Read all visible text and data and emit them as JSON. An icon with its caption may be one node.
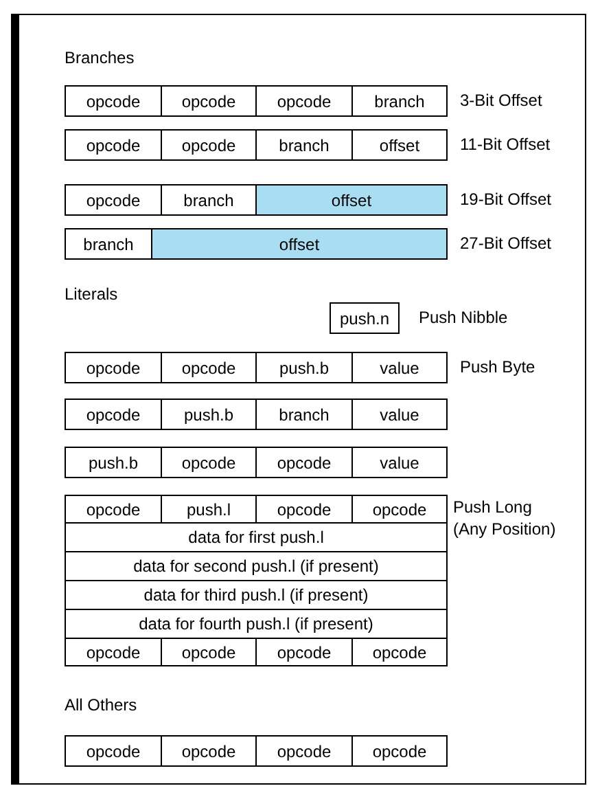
{
  "diagram": {
    "nodes": [
      {
        "text": [
          "opcode"
        ]
      },
      {
        "text": [
          "opcode"
        ]
      },
      {
        "text": [
          "opcode"
        ]
      },
      {
        "text": [
          "branch"
        ]
      },
      {
        "text": [
          "opcode"
        ]
      },
      {
        "text": [
          "opcode"
        ]
      },
      {
        "text": [
          "branch"
        ]
      },
      {
        "text": [
          "offset"
        ]
      },
      {
        "text": [
          "opcode"
        ]
      },
      {
        "text": [
          "branch"
        ]
      },
      {
        "text": [
          "offset"
        ]
      },
      {
        "text": [
          "branch"
        ]
      },
      {
        "text": [
          "offset"
        ]
      },
      {
        "text": [
          "push.n"
        ]
      },
      {
        "text": [
          "opcode"
        ]
      },
      {
        "text": [
          "opcode"
        ]
      },
      {
        "text": [
          "push.b"
        ]
      },
      {
        "text": [
          "value"
        ]
      },
      {
        "text": [
          "opcode"
        ]
      },
      {
        "text": [
          "push.b"
        ]
      },
      {
        "text": [
          "branch"
        ]
      },
      {
        "text": [
          "value"
        ]
      },
      {
        "text": [
          "push.b"
        ]
      },
      {
        "text": [
          "opcode"
        ]
      },
      {
        "text": [
          "opcode"
        ]
      },
      {
        "text": [
          "value"
        ]
      },
      {
        "text": [
          "opcode"
        ]
      },
      {
        "text": [
          "push.l"
        ]
      },
      {
        "text": [
          "opcode"
        ]
      },
      {
        "text": [
          "opcode"
        ]
      },
      {
        "text": [
          "data for first push.l"
        ]
      },
      {
        "text": [
          "data for second push.l (if present)"
        ]
      },
      {
        "text": [
          "data for third push.l (if present)"
        ]
      },
      {
        "text": [
          "data for fourth push.l (if present)"
        ]
      },
      {
        "text": [
          "opcode"
        ]
      },
      {
        "text": [
          "opcode"
        ]
      },
      {
        "text": [
          "opcode"
        ]
      },
      {
        "text": [
          "opcode"
        ]
      },
      {
        "text": [
          "opcode"
        ]
      },
      {
        "text": [
          "opcode"
        ]
      },
      {
        "text": [
          "opcode"
        ]
      },
      {
        "text": [
          "opcode"
        ]
      }
    ],
    "labels": [
      "Branches",
      "3-Bit Offset",
      "11-Bit Offset",
      "19-Bit Offset",
      "27-Bit Offset",
      "Literals",
      "Push Nibble",
      "Push Byte",
      "Push Long",
      "(Any Position)",
      "All Others"
    ]
  }
}
